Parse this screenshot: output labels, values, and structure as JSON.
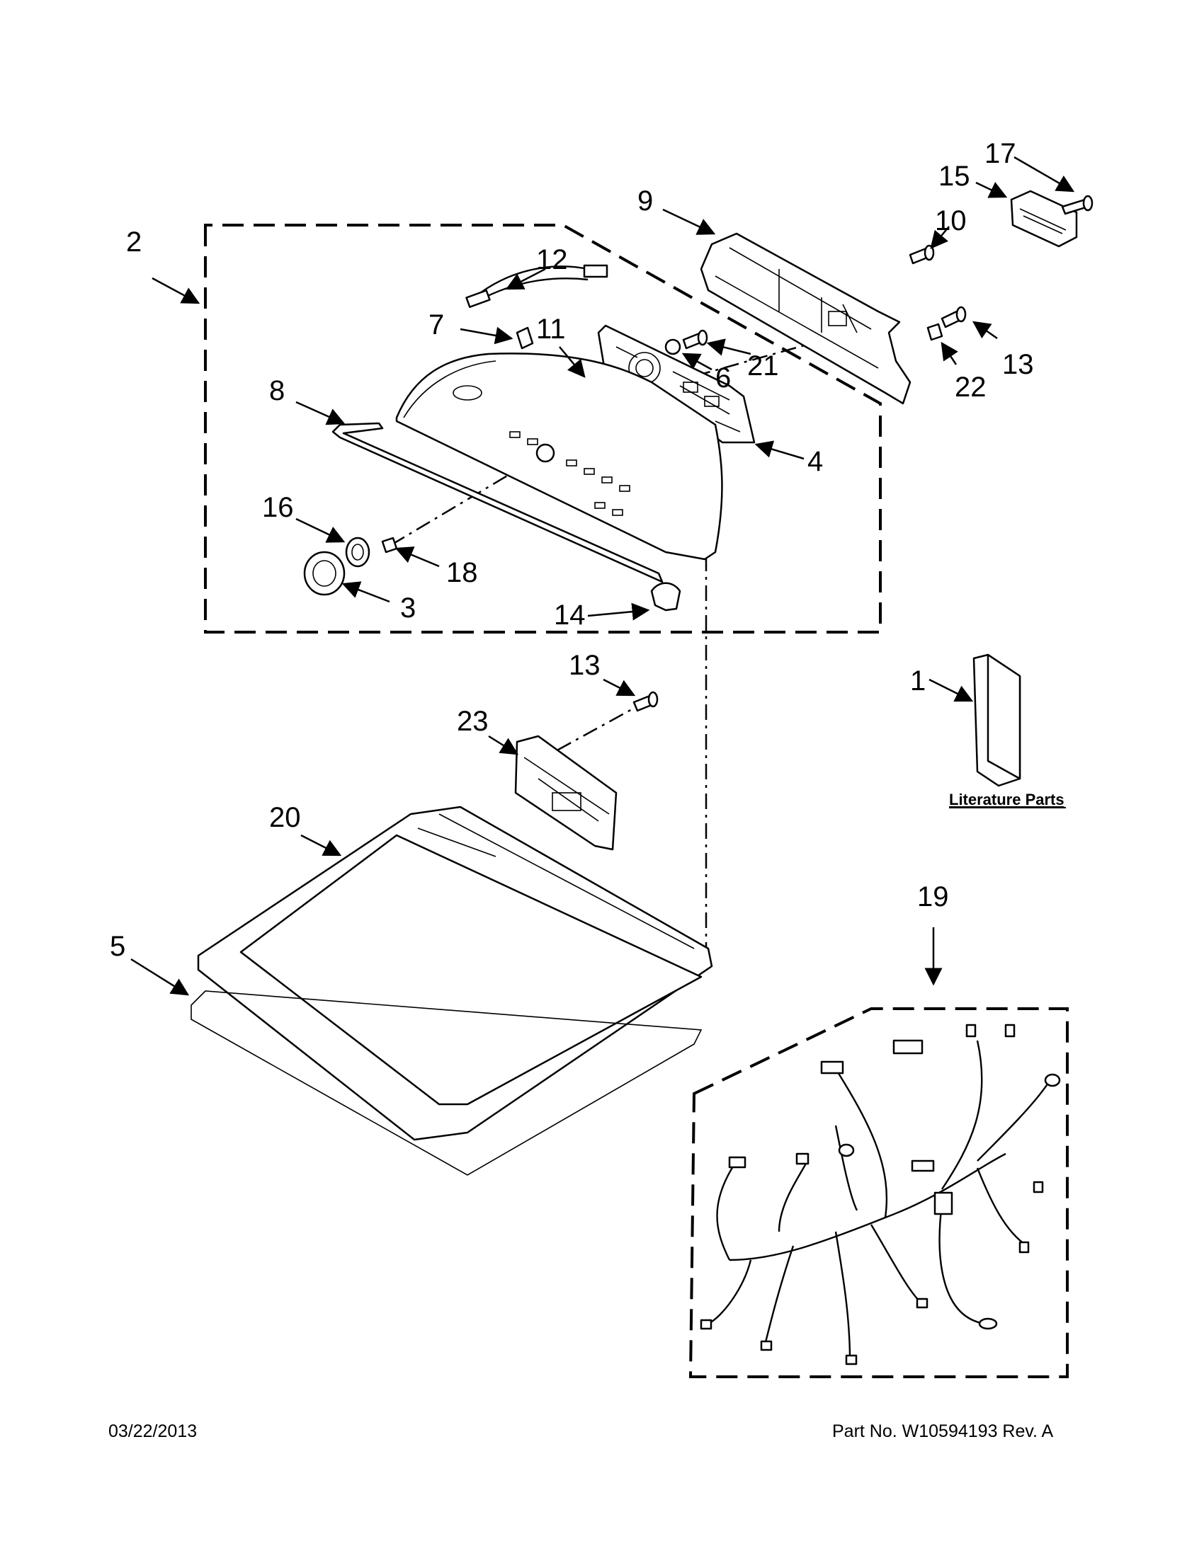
{
  "callouts": {
    "c1": "1",
    "c2": "2",
    "c3": "3",
    "c4": "4",
    "c5": "5",
    "c6": "6",
    "c7": "7",
    "c8": "8",
    "c9": "9",
    "c10": "10",
    "c11": "11",
    "c12": "12",
    "c13a": "13",
    "c13b": "13",
    "c14": "14",
    "c15": "15",
    "c16": "16",
    "c17": "17",
    "c18": "18",
    "c19": "19",
    "c20": "20",
    "c21": "21",
    "c22": "22",
    "c23": "23"
  },
  "literature_label": "Literature Parts",
  "footer": {
    "date": "03/22/2013",
    "part_no": "Part No.  W10594193  Rev.  A"
  }
}
